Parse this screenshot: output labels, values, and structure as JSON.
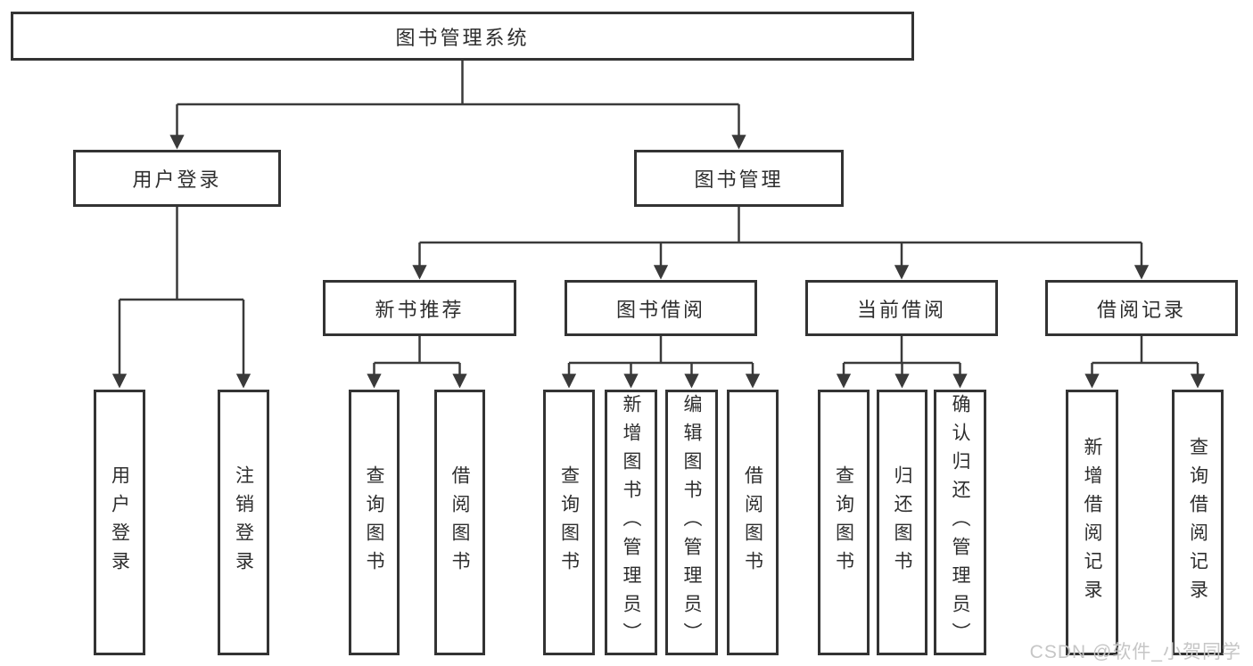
{
  "diagram": {
    "root_label": "图书管理系统",
    "level2": [
      {
        "label": "用户登录"
      },
      {
        "label": "图书管理"
      }
    ],
    "level3": [
      {
        "label": "新书推荐"
      },
      {
        "label": "图书借阅"
      },
      {
        "label": "当前借阅"
      },
      {
        "label": "借阅记录"
      }
    ],
    "leaves": [
      {
        "label": "用户登录"
      },
      {
        "label": "注销登录"
      },
      {
        "label": "查询图书"
      },
      {
        "label": "借阅图书"
      },
      {
        "label": "查询图书"
      },
      {
        "label": "新增图书（管理员）"
      },
      {
        "label": "编辑图书（管理员）"
      },
      {
        "label": "借阅图书"
      },
      {
        "label": "查询图书"
      },
      {
        "label": "归还图书"
      },
      {
        "label": "确认归还（管理员）"
      },
      {
        "label": "新增借阅记录"
      },
      {
        "label": "查询借阅记录"
      }
    ]
  },
  "watermark": {
    "text": "CSDN @软件_小贺同学"
  },
  "colors": {
    "line": "#3a3a3a",
    "border": "#333333",
    "text": "#2e2e2e",
    "watermark": "#c6c6c6",
    "background": "#ffffff"
  }
}
